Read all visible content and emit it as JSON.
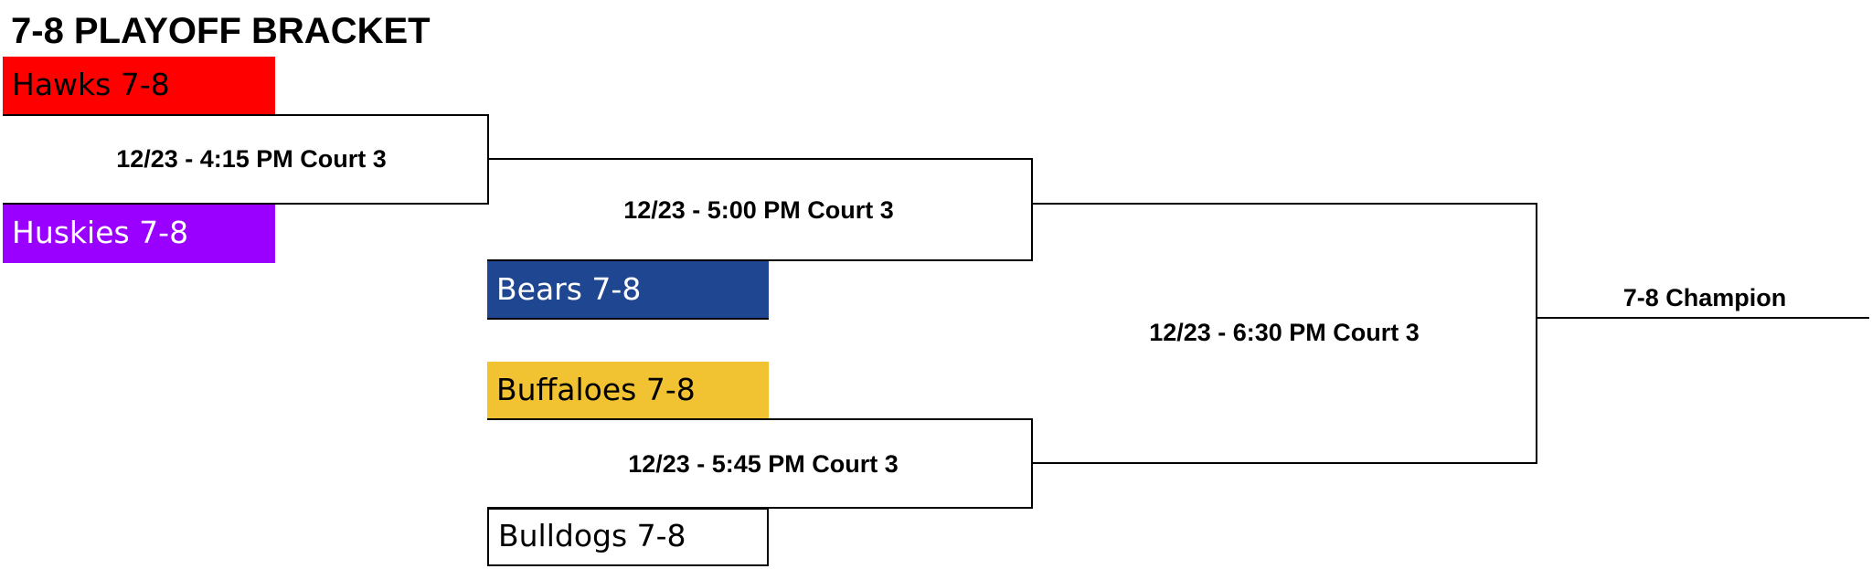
{
  "title": "7-8 PLAYOFF BRACKET",
  "teams": {
    "hawks": {
      "label": "Hawks 7-8",
      "bg": "#ff0000",
      "fg": "#000000"
    },
    "huskies": {
      "label": "Huskies 7-8",
      "bg": "#9900ff",
      "fg": "#ffffff"
    },
    "bears": {
      "label": "Bears 7-8",
      "bg": "#1f4690",
      "fg": "#ffffff"
    },
    "buffaloes": {
      "label": "Buffaloes 7-8",
      "bg": "#f1c232",
      "fg": "#000000"
    },
    "bulldogs": {
      "label": "Bulldogs 7-8",
      "bg": "#ffffff",
      "fg": "#000000"
    }
  },
  "matches": {
    "m1": "12/23 - 4:15 PM Court 3",
    "m2": "12/23 - 5:00 PM Court 3",
    "m3": "12/23 - 5:45 PM Court 3",
    "final": "12/23 - 6:30 PM Court 3"
  },
  "champion": "7-8 Champion"
}
